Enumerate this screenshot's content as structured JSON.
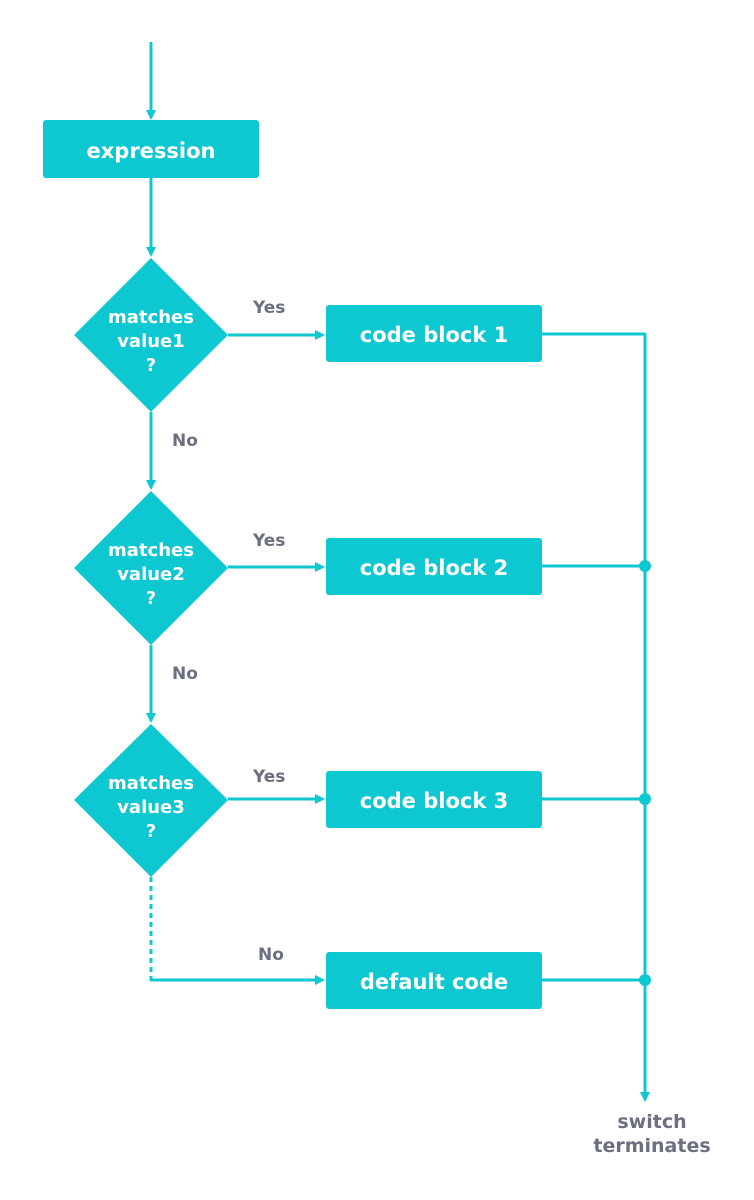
{
  "colors": {
    "accent": "#0dc7d1",
    "label": "#6b6f80",
    "node_text": "#ffffff"
  },
  "start": {
    "label": "expression"
  },
  "decisions": [
    {
      "line1": "matches",
      "line2": "value1",
      "line3": "?"
    },
    {
      "line1": "matches",
      "line2": "value2",
      "line3": "?"
    },
    {
      "line1": "matches",
      "line2": "value3",
      "line3": "?"
    }
  ],
  "blocks": [
    {
      "label": "code block 1"
    },
    {
      "label": "code block 2"
    },
    {
      "label": "code block 3"
    },
    {
      "label": "default code"
    }
  ],
  "edges": {
    "yes": "Yes",
    "no": "No"
  },
  "end": {
    "line1": "switch",
    "line2": "terminates"
  }
}
